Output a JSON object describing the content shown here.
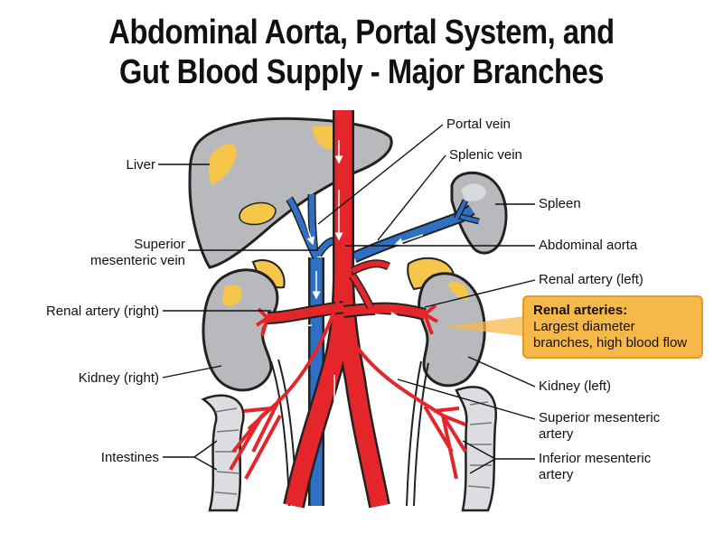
{
  "title": {
    "line1": "Abdominal Aorta, Portal System, and",
    "line2": "Gut Blood Supply - Major Branches"
  },
  "labels": {
    "portal_vein": "Portal vein",
    "splenic_vein": "Splenic vein",
    "liver": "Liver",
    "spleen": "Spleen",
    "superior_mesenteric_vein": [
      "Superior",
      "mesenteric vein"
    ],
    "abdominal_aorta": "Abdominal aorta",
    "renal_artery_left": "Renal artery (left)",
    "renal_artery_right": "Renal artery (right)",
    "kidney_right": "Kidney (right)",
    "kidney_left": "Kidney (left)",
    "superior_mesenteric_artery": [
      "Superior mesenteric",
      "artery"
    ],
    "intestines": "Intestines",
    "inferior_mesenteric_artery": [
      "Inferior mesenteric",
      "artery"
    ]
  },
  "callout": {
    "title": "Renal arteries:",
    "body": [
      "Largest diameter",
      "branches, high blood flow"
    ]
  },
  "colors": {
    "artery": "#e4262b",
    "vein": "#2f6fc4",
    "organ": "#b7b9bc",
    "fat": "#f5c64a",
    "callout": "#f7b84a"
  }
}
